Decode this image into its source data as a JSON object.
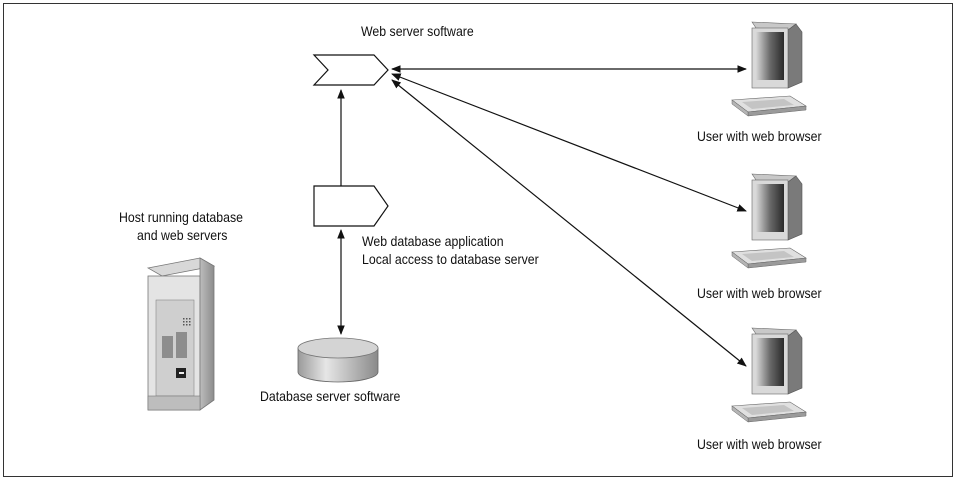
{
  "labels": {
    "web_server_software": "Web server software",
    "web_db_app": "Web database application",
    "local_access": "Local access to database server",
    "db_server_software": "Database server software",
    "host_line1": "Host running database",
    "host_line2": "and web servers",
    "users": [
      "User with web browser",
      "User with web browser",
      "User with web browser"
    ]
  }
}
